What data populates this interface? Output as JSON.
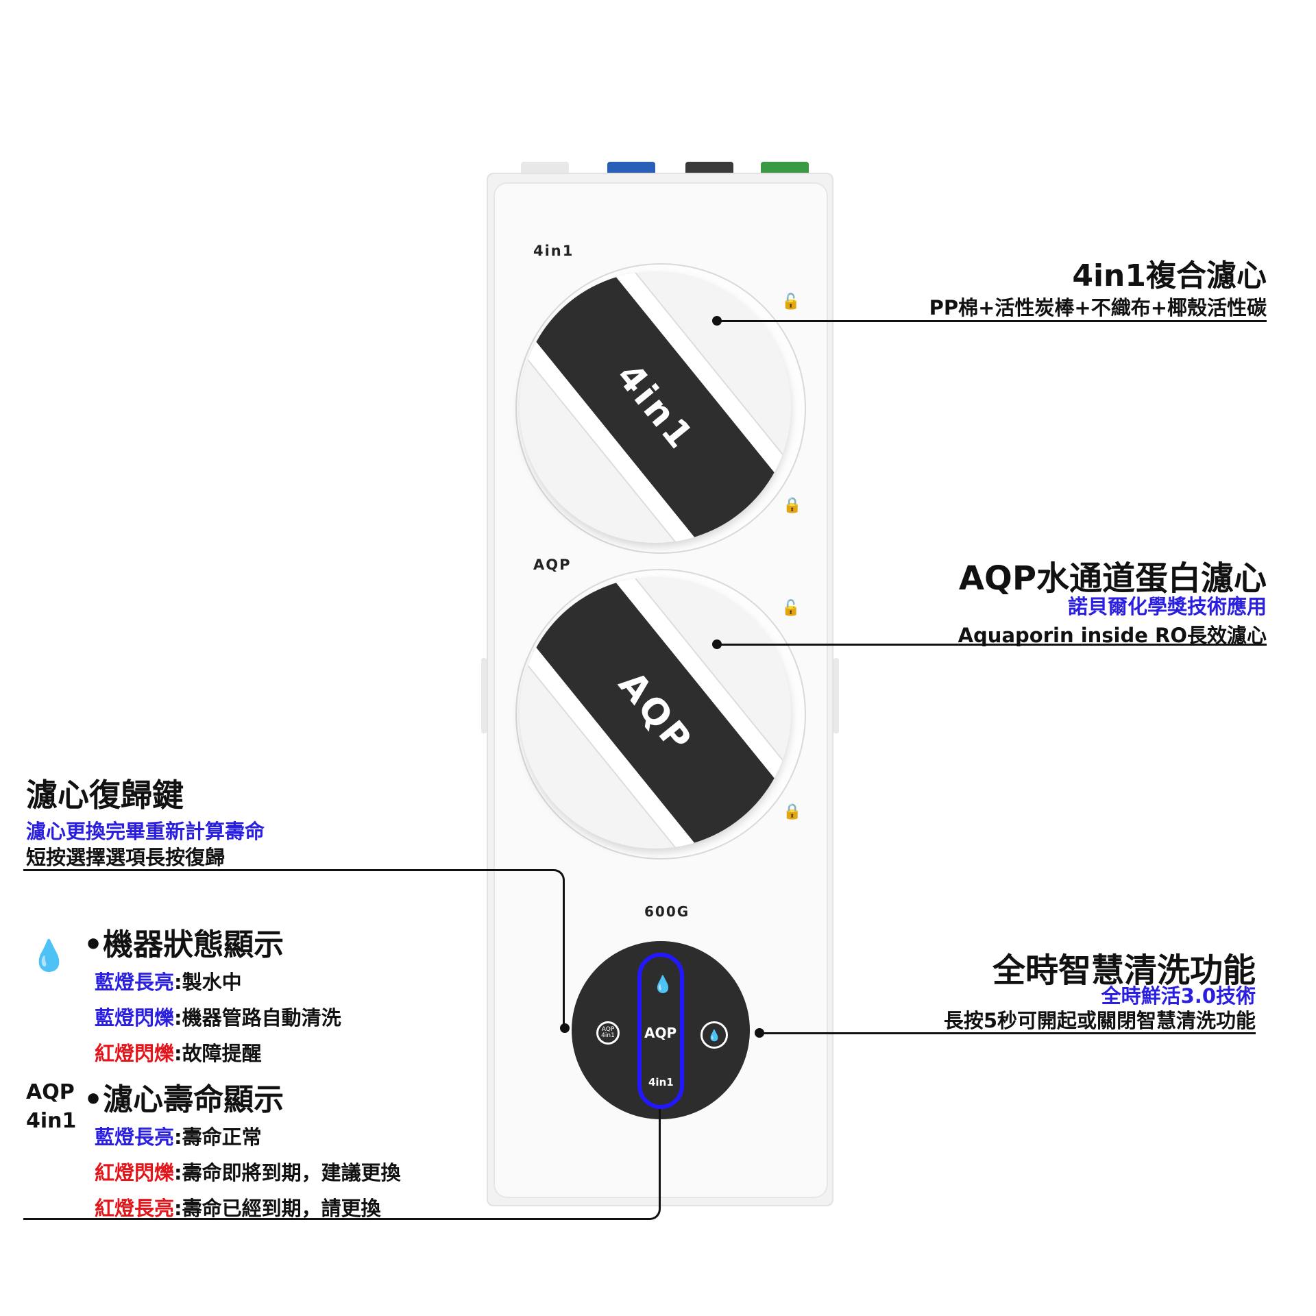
{
  "device": {
    "label_top": "4in1",
    "knob_top": "4in1",
    "label_mid": "AQP",
    "knob_mid": "AQP",
    "label_600g": "600G",
    "ctrl_center": "AQP",
    "ctrl_bottom": "4in1",
    "ctrl_left_top": "AQP",
    "ctrl_left_bottom": "4in1",
    "port_colors": [
      "#e8e8e8",
      "#2a5fb8",
      "#3a3a3a",
      "#3a9a44"
    ]
  },
  "callouts": {
    "filter_4in1": {
      "title": "4in1複合濾心",
      "sub": "PP棉+活性炭棒+不織布+椰殼活性碳"
    },
    "filter_aqp": {
      "title": "AQP水通道蛋白濾心",
      "sub1": "諾貝爾化學獎技術應用",
      "sub2": "Aquaporin inside RO長效濾心"
    },
    "reset_key": {
      "title": "濾心復歸鍵",
      "sub1": "濾心更換完畢重新計算壽命",
      "sub2": "短按選擇選項長按復歸"
    },
    "status": {
      "title": "•機器狀態顯示",
      "items": [
        {
          "key": "藍燈長亮",
          "value": ":製水中"
        },
        {
          "key": "藍燈閃爍",
          "value": ":機器管路自動清洗"
        },
        {
          "key": "紅燈閃爍",
          "value": ":故障提醒"
        }
      ]
    },
    "life": {
      "label1": "AQP",
      "label2": "4in1",
      "title": "•濾心壽命顯示",
      "items": [
        {
          "key": "藍燈長亮",
          "value": ":壽命正常"
        },
        {
          "key": "紅燈閃爍",
          "value": ":壽命即將到期，建議更換"
        },
        {
          "key": "紅燈長亮",
          "value": ":壽命已經到期，請更換"
        }
      ]
    },
    "wash": {
      "title": "全時智慧清洗功能",
      "sub1": "全時鮮活3.0技術",
      "sub2": "長按5秒可開起或關閉智慧清洗功能"
    }
  },
  "colors": {
    "blue_text": "#2a1fe0",
    "red_text": "#e3141a",
    "indicator_ring": "#2218ff"
  }
}
